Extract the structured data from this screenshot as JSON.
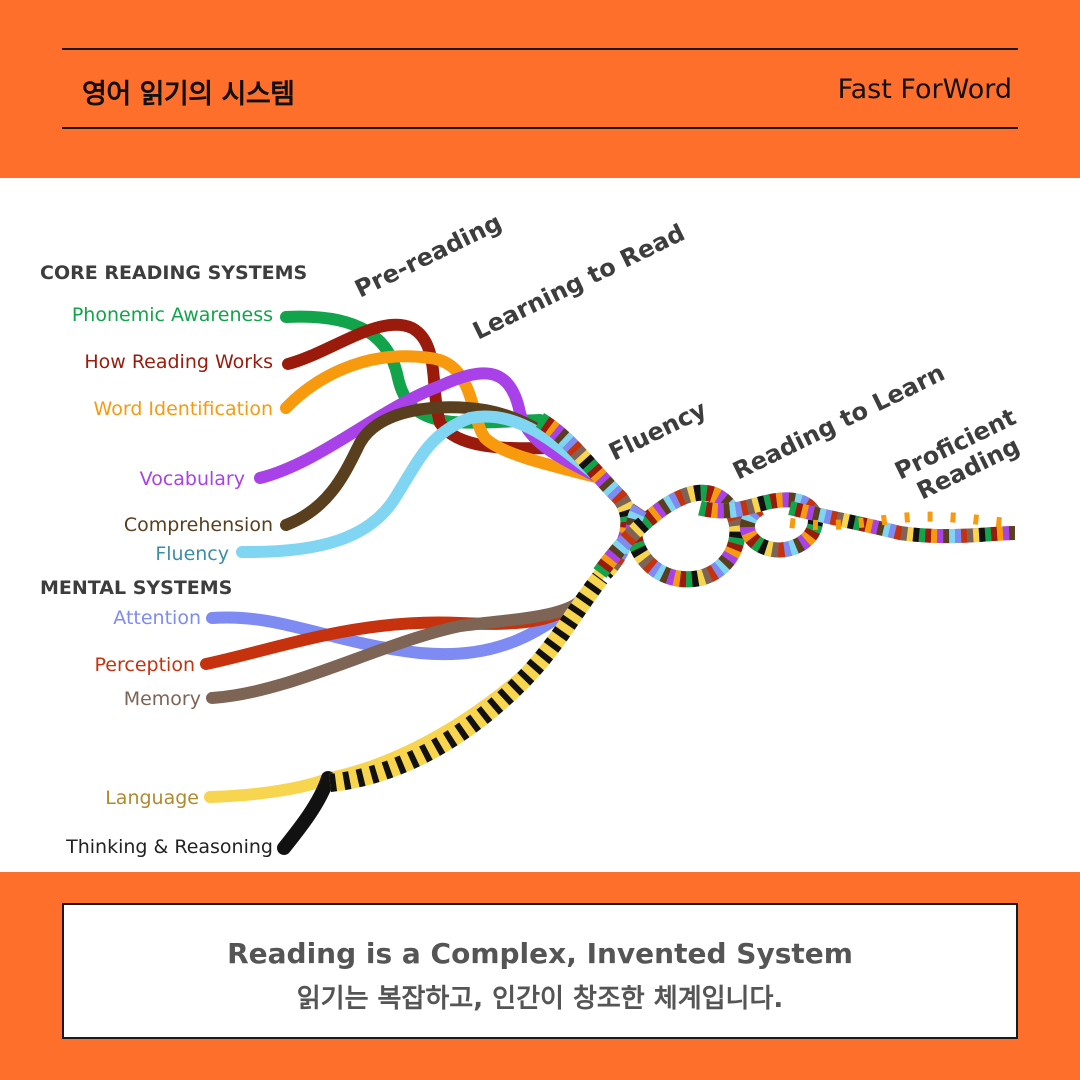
{
  "header": {
    "title": "영어 읽기의 시스템",
    "brand": "Fast ForWord",
    "background_color": "#FF6F2C"
  },
  "diagram": {
    "section_core": "CORE READING SYSTEMS",
    "section_mental": "MENTAL SYSTEMS",
    "strands": [
      {
        "label": "Phonemic Awareness",
        "color": "#12A44A"
      },
      {
        "label": "How Reading Works",
        "color": "#9A1B0B"
      },
      {
        "label": "Word Identification",
        "color": "#F79A0E"
      },
      {
        "label": "Vocabulary",
        "color": "#A941E8"
      },
      {
        "label": "Comprehension",
        "color": "#5A3F1E"
      },
      {
        "label": "Fluency",
        "color": "#80D6F2"
      },
      {
        "label": "Attention",
        "color": "#7D8BF2"
      },
      {
        "label": "Perception",
        "color": "#C5320D"
      },
      {
        "label": "Memory",
        "color": "#7E6454"
      },
      {
        "label": "Language",
        "color": "#F7D54E"
      },
      {
        "label": "Thinking & Reasoning",
        "color": "#111111"
      }
    ],
    "stages": [
      "Pre-reading",
      "Learning to Read",
      "Fluency",
      "Reading to Learn",
      "Proficient",
      "Reading"
    ]
  },
  "caption": {
    "english": "Reading is a Complex, Invented System",
    "korean": "읽기는 복잡하고, 인간이 창조한 체계입니다."
  }
}
